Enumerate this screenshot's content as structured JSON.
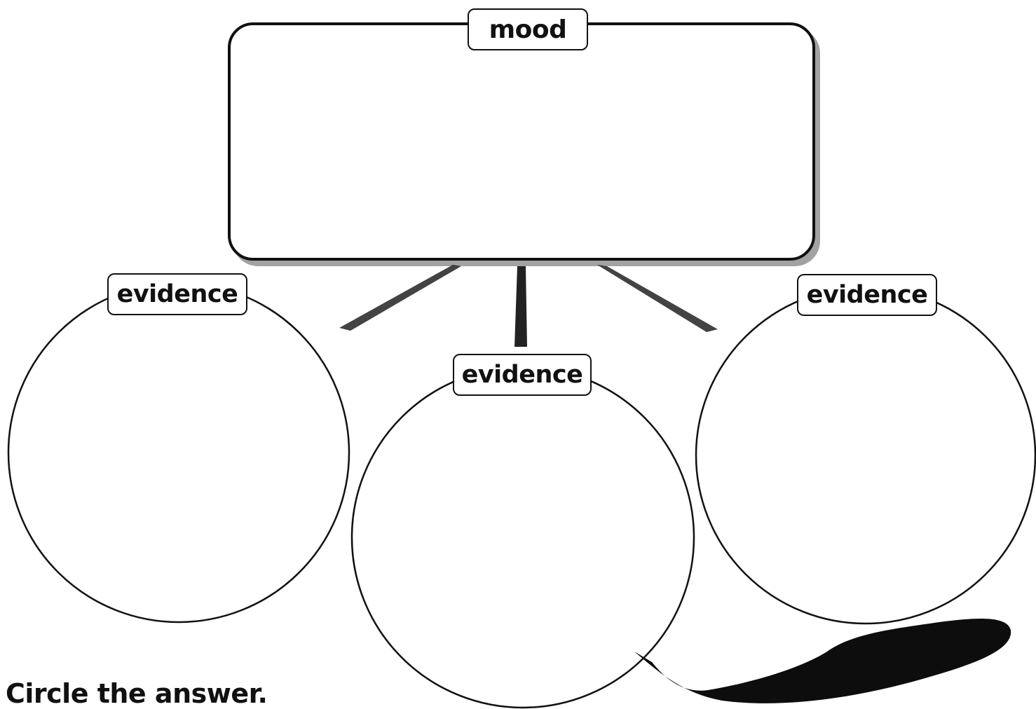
{
  "diagram": {
    "mood_label": "mood",
    "evidence_labels": [
      "evidence",
      "evidence",
      "evidence"
    ]
  },
  "instruction": "Circle the answer.",
  "colors": {
    "line": "#111111",
    "background": "#ffffff",
    "shadow": "#555555"
  }
}
